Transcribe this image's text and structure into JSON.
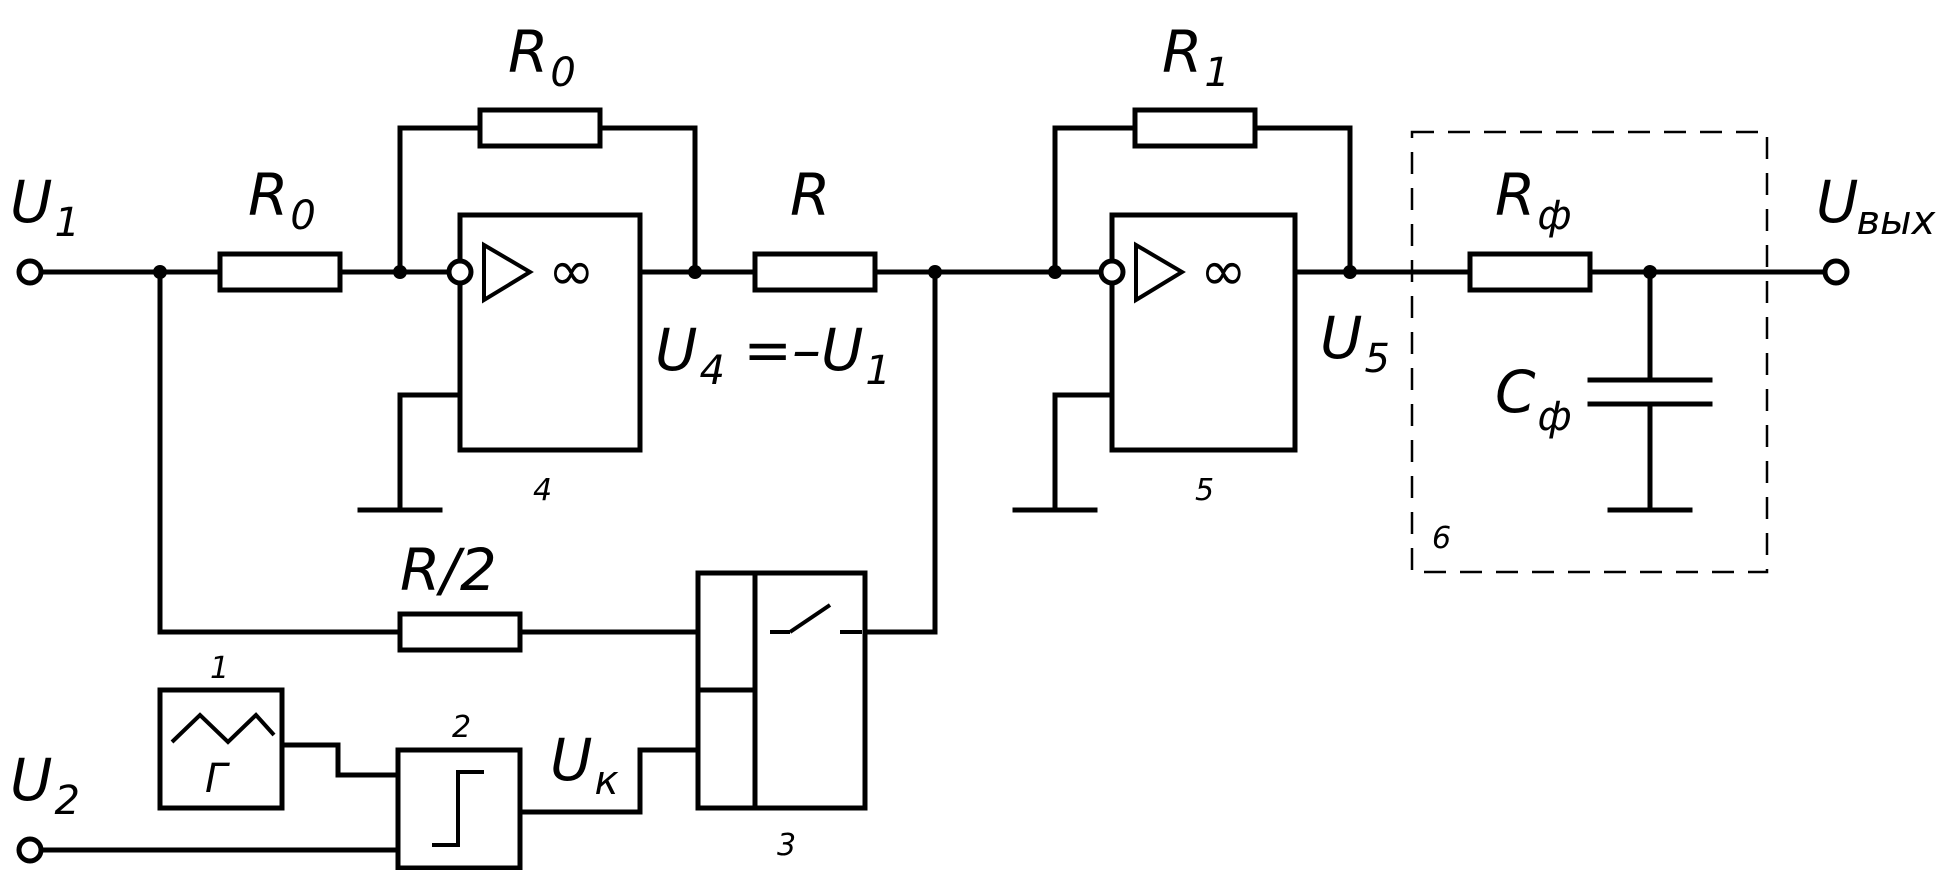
{
  "inputs": {
    "u1": {
      "main": "U",
      "sub": "1"
    },
    "u2": {
      "main": "U",
      "sub": "2"
    }
  },
  "output": {
    "main": "U",
    "sub": "вых"
  },
  "resistors": {
    "r0_input": {
      "main": "R",
      "sub": "0"
    },
    "r0_feedback": {
      "main": "R",
      "sub": "0"
    },
    "r": {
      "main": "R"
    },
    "r1": {
      "main": "R",
      "sub": "1"
    },
    "r_half": {
      "main": "R/2"
    },
    "r_filter": {
      "main": "R",
      "sub": "ф"
    }
  },
  "capacitor": {
    "main": "C",
    "sub": "ф"
  },
  "nodes": {
    "u4": {
      "main": "U",
      "sub": "4",
      "rest": " =–U",
      "rest_sub": "1"
    },
    "u5": {
      "main": "U",
      "sub": "5"
    },
    "uk": {
      "main": "U",
      "sub": "к"
    }
  },
  "blocks": {
    "generator": {
      "number": "1",
      "symbol": "Г"
    },
    "comparator": {
      "number": "2"
    },
    "switch": {
      "number": "3"
    },
    "opamp_inverter": {
      "number": "4",
      "symbol": "∞"
    },
    "opamp_summer": {
      "number": "5",
      "symbol": "∞"
    },
    "filter": {
      "number": "6"
    }
  }
}
